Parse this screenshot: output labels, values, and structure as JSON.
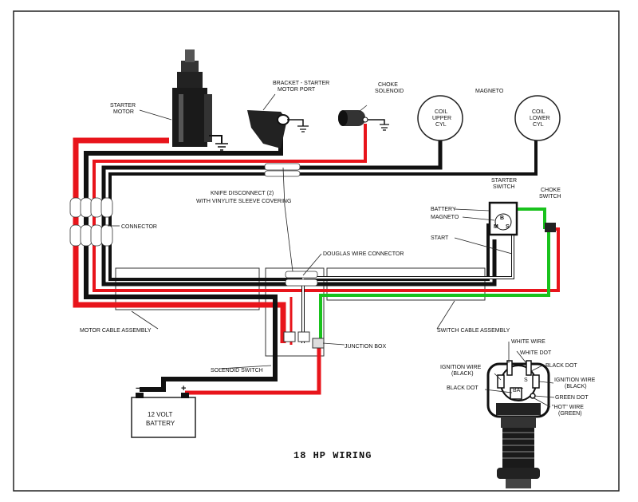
{
  "title": "18 HP WIRING",
  "labels": {
    "starter_motor": [
      "STARTER",
      "MOTOR"
    ],
    "bracket": [
      "BRACKET - STARTER",
      "MOTOR PORT"
    ],
    "choke_solenoid": [
      "CHOKE",
      "SOLENOID"
    ],
    "magneto": "MAGNETO",
    "coil_upper": [
      "COIL",
      "UPPER",
      "CYL"
    ],
    "coil_lower": [
      "COIL",
      "LOWER",
      "CYL"
    ],
    "knife_disconnect": [
      "KNIFE DISCONNECT (2)",
      "WITH VINYLITE SLEEVE COVERING"
    ],
    "connector": "CONNECTOR",
    "starter_switch": [
      "STARTER",
      "SWITCH"
    ],
    "choke_switch": [
      "CHOKE",
      "SWITCH"
    ],
    "battery_label": "BATTERY",
    "magneto_label": "MAGNETO",
    "start_label": "START",
    "douglas_connector": "DOUGLAS WIRE CONNECTOR",
    "motor_cable": "MOTOR CABLE ASSEMBLY",
    "switch_cable": "SWITCH CABLE ASSEMBLY",
    "junction_box": "JUNCTION BOX",
    "solenoid_switch": "SOLENOID SWITCH",
    "battery_box": [
      "12 VOLT",
      "BATTERY"
    ],
    "battery_minus": "−",
    "battery_plus": "+",
    "switch_letters": [
      "B",
      "M",
      "S"
    ],
    "ign_white_wire": "WHITE WIRE",
    "ign_white_dot": "WHITE DOT",
    "ign_wire_black": [
      "IGNITION WIRE",
      "(BLACK)"
    ],
    "ign_black_dot_right": "BLACK DOT",
    "ign_black_dot_left": "BLACK DOT",
    "ign_bat": "BAT",
    "ign_s": "S",
    "ign_wire_black_right": [
      "IGNITION WIRE",
      "(BLACK)"
    ],
    "ign_green_dot": "GREEN DOT",
    "ign_hot_wire": [
      "\"HOT\" WIRE",
      "(GREEN)"
    ]
  },
  "colors": {
    "red": "#e8141b",
    "black": "#111111",
    "green": "#19c21d",
    "frame": "#222222"
  }
}
